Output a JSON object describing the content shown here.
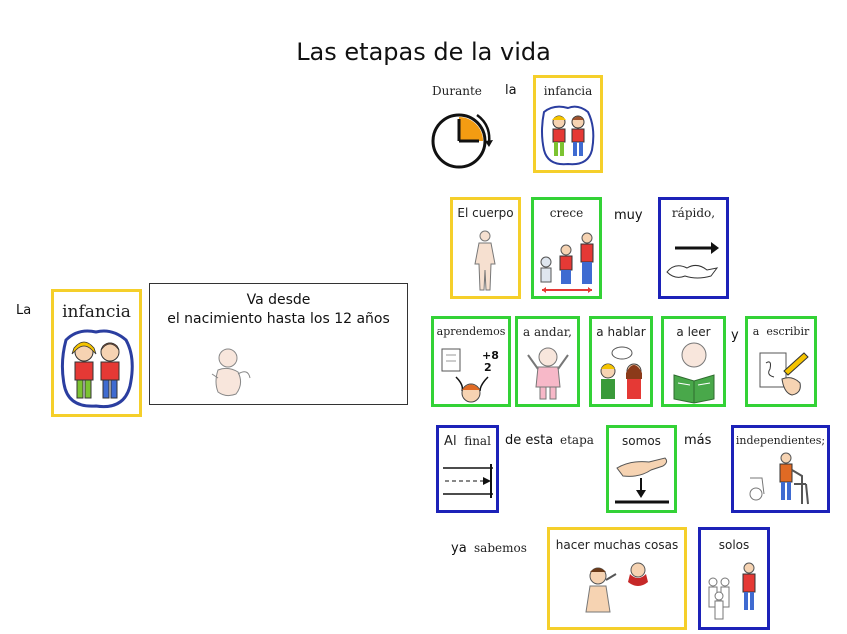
{
  "title": "Las etapas de la vida",
  "left": {
    "article": "La",
    "card_label": "infancia",
    "desc_line1": "Va desde",
    "desc_line2": "el nacimiento hasta los 12 años"
  },
  "row1": {
    "w1": "Durante",
    "w2": "la",
    "card": "infancia"
  },
  "row2": {
    "c1": "El cuerpo",
    "c2": "crece",
    "w1": "muy",
    "c3": "rápido,"
  },
  "row3": {
    "c1": "aprendemos",
    "c2_a": "a",
    "c2_b": "andar,",
    "c3_a": "a",
    "c3_b": "hablar",
    "c4_a": "a",
    "c4_b": "leer",
    "w1": "y",
    "c5_a": "a",
    "c5_b": "escribir"
  },
  "row4": {
    "c1_a": "Al",
    "c1_b": "final",
    "w1": "de esta",
    "w2": "etapa",
    "c2": "somos",
    "w3": "más",
    "c3": "independientes;"
  },
  "row5": {
    "w1": "ya",
    "w2": "sabemos",
    "c1": "hacer muchas cosas",
    "c2": "solos"
  },
  "colors": {
    "yellow": "#f5cf2a",
    "green": "#33d236",
    "blue": "#1c22b8",
    "red": "#e53935",
    "orange": "#f39c12"
  }
}
